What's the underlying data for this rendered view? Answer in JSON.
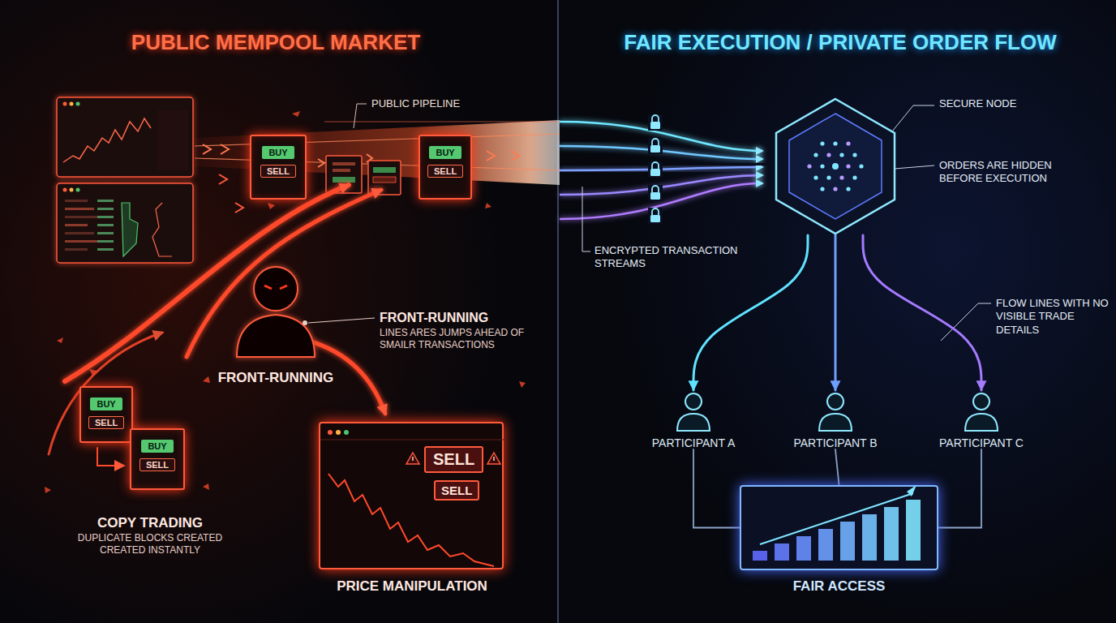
{
  "diagram": {
    "nodes": [
      {
        "text": [
          "BUY",
          "SELL"
        ]
      },
      {
        "text": [
          "BUY",
          "SELL"
        ]
      },
      {
        "text": [
          "BUY",
          "SELL"
        ]
      },
      {
        "text": [
          "BUY",
          "SELL"
        ]
      },
      {
        "text": [
          "SELL",
          "SELL"
        ]
      },
      {
        "text": [
          "SECURE NODE"
        ]
      },
      {
        "text": [
          "PARTICIPANT A"
        ]
      },
      {
        "text": [
          "PARTICIPANT B"
        ]
      },
      {
        "text": [
          "PARTICIPANT C"
        ]
      },
      {
        "text": [
          "FAIR ACCESS"
        ]
      }
    ],
    "edges": [
      {
        "from": 5,
        "to": 6,
        "arrow": "to"
      },
      {
        "from": 5,
        "to": 7,
        "arrow": "to"
      },
      {
        "from": 5,
        "to": 8,
        "arrow": "to"
      },
      {
        "from": 6,
        "to": 9,
        "arrow": "none"
      },
      {
        "from": 7,
        "to": 9,
        "arrow": "none"
      },
      {
        "from": 8,
        "to": 9,
        "arrow": "none"
      }
    ],
    "labels": [
      "PUBLIC MEMPOOL MARKET",
      "FAIR EXECUTION / PRIVATE ORDER FLOW",
      "PUBLIC PIPELINE",
      "FRONT-RUNNING",
      "LINES ARES JUMPS AHEAD OF SMAILR TRANSACTIONS",
      "FRONT-RUNNING",
      "COPY TRADING",
      "DUPLICATE BLOCKS CREATED CREATED INSTANTLY",
      "PRICE MANIPULATION",
      "ORDERS ARE HIDDEN BEFORE EXECUTION",
      "ENCRYPTED TRANSACTION STREAMS",
      "FLOW LINES WITH NO VISIBLE TRADE DETAILS"
    ]
  }
}
